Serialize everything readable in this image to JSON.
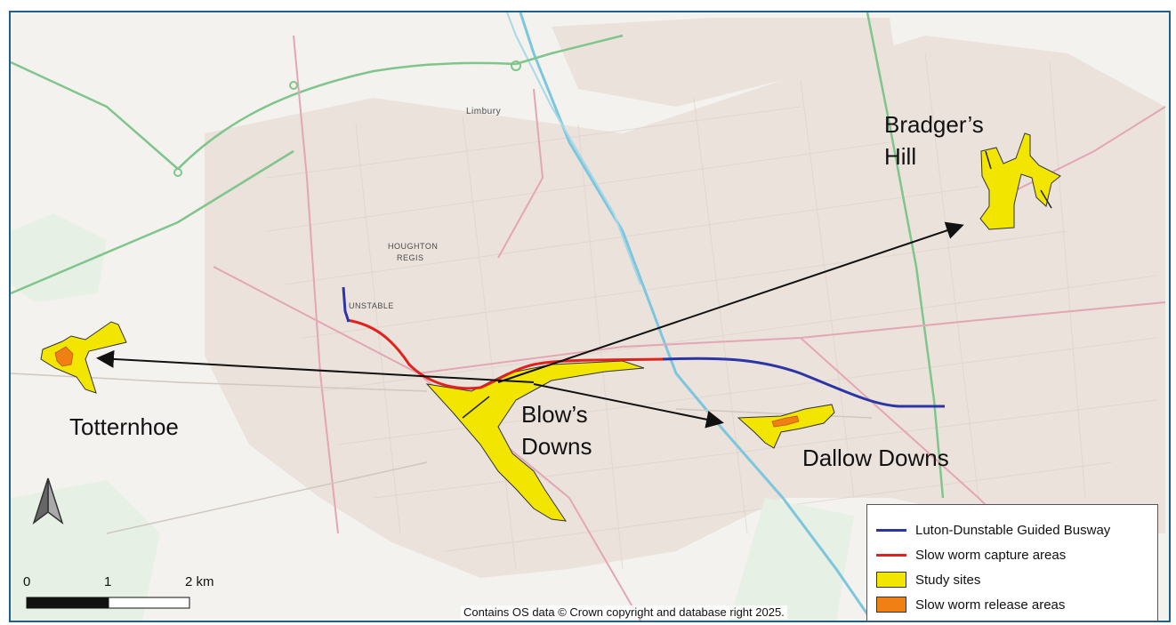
{
  "map": {
    "places": {
      "bradgers_hill": "Bradger’s\nHill",
      "totternhoe": "Totternhoe",
      "blows_downs": "Blow’s\nDowns",
      "dallow_downs": "Dallow Downs"
    },
    "small_labels": {
      "houghton": "HOUGHTON",
      "regis": "REGIS",
      "dunstable": "UNSTABLE",
      "limbury": "Limbury"
    },
    "north_arrow_icon": "north-arrow-icon",
    "scale_bar": {
      "label_0": "0",
      "label_1": "1",
      "label_2": "2 km"
    },
    "copyright": "Contains OS data © Crown copyright and database right 2025.",
    "legend": {
      "items": [
        {
          "label": "Luton-Dunstable Guided Busway",
          "color": "#2b35a8",
          "type": "line"
        },
        {
          "label": "Slow worm capture areas",
          "color": "#e3211c",
          "type": "line"
        },
        {
          "label": "Study sites",
          "color": "#f2e600",
          "type": "box"
        },
        {
          "label": "Slow worm release areas",
          "color": "#f07f14",
          "type": "box"
        }
      ]
    },
    "colors": {
      "background": "#f5f3f0",
      "urban": "#ebe2dc",
      "river": "#7cc7dd",
      "road_green": "#7fc58c",
      "road_pink": "#e3a6b4",
      "frame": "#1f5f8b"
    }
  }
}
